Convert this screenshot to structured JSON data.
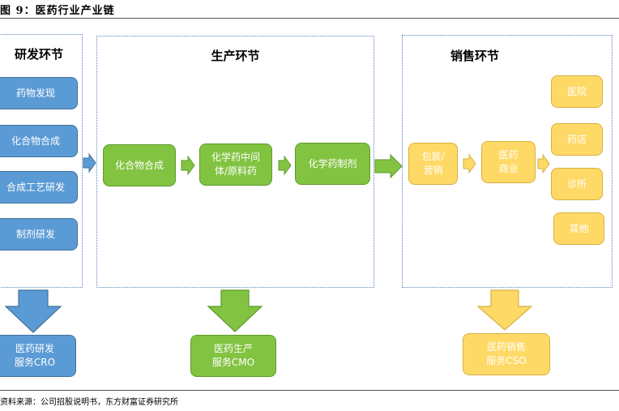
{
  "title": "图 9：医药行业产业链",
  "rd": {
    "heading": "研发环节",
    "items": [
      "药物发现",
      "化合物合成",
      "合成工艺研发",
      "制剂研发"
    ],
    "service": "医药研发\n服务CRO"
  },
  "production": {
    "heading": "生产环节",
    "items": [
      "化合物合成",
      "化学药中间\n体/原料药",
      "化学药制剂"
    ],
    "service": "医药生产\n服务CMO"
  },
  "sales": {
    "heading": "销售环节",
    "items": [
      "包装/\n营销",
      "医药\n商业"
    ],
    "outlets": [
      "医院",
      "药店",
      "诊所",
      "其他"
    ],
    "service": "医药销售\n服务CSO"
  },
  "source": "资料来源：公司招股说明书，东方财富证券研究所",
  "colors": {
    "blue": "#5b9bd5",
    "green": "#82c341",
    "yellow": "#ffd966"
  }
}
